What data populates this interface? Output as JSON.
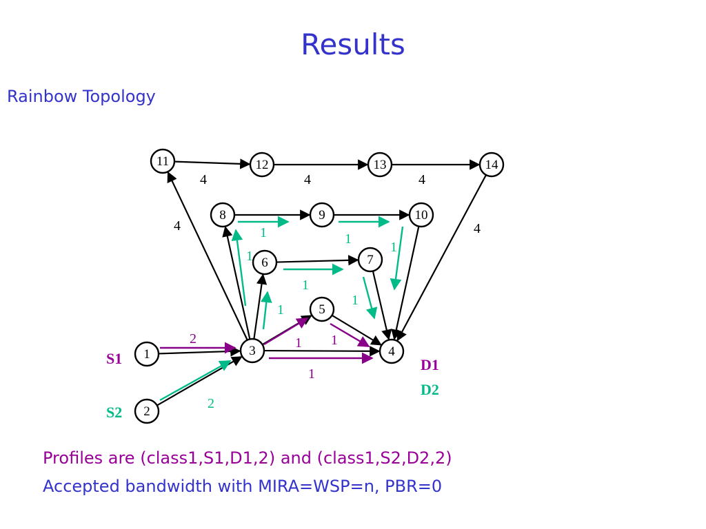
{
  "title": "Results",
  "subtitle": "Rainbow Topology",
  "colors": {
    "title": "#3333cc",
    "edge": "#000000",
    "path1": "#880088",
    "path2": "#00bb88",
    "captionPurple": "#990099",
    "captionBlue": "#3333cc"
  },
  "nodes": [
    {
      "id": "1",
      "label": "1"
    },
    {
      "id": "2",
      "label": "2"
    },
    {
      "id": "3",
      "label": "3"
    },
    {
      "id": "4",
      "label": "4"
    },
    {
      "id": "5",
      "label": "5"
    },
    {
      "id": "6",
      "label": "6"
    },
    {
      "id": "7",
      "label": "7"
    },
    {
      "id": "8",
      "label": "8"
    },
    {
      "id": "9",
      "label": "9"
    },
    {
      "id": "10",
      "label": "10"
    },
    {
      "id": "11",
      "label": "11"
    },
    {
      "id": "12",
      "label": "12"
    },
    {
      "id": "13",
      "label": "13"
    },
    {
      "id": "14",
      "label": "14"
    }
  ],
  "edges": [
    {
      "from": "1",
      "to": "3"
    },
    {
      "from": "2",
      "to": "3"
    },
    {
      "from": "3",
      "to": "4"
    },
    {
      "from": "3",
      "to": "5"
    },
    {
      "from": "5",
      "to": "4"
    },
    {
      "from": "3",
      "to": "6"
    },
    {
      "from": "6",
      "to": "7"
    },
    {
      "from": "7",
      "to": "4"
    },
    {
      "from": "3",
      "to": "8"
    },
    {
      "from": "8",
      "to": "9"
    },
    {
      "from": "9",
      "to": "10"
    },
    {
      "from": "10",
      "to": "4"
    },
    {
      "from": "3",
      "to": "11"
    },
    {
      "from": "11",
      "to": "12"
    },
    {
      "from": "12",
      "to": "13"
    },
    {
      "from": "13",
      "to": "14"
    },
    {
      "from": "14",
      "to": "4"
    }
  ],
  "capacity_labels": [
    "4",
    "4",
    "4",
    "4",
    "4"
  ],
  "flow_labels": {
    "s1_in": "2",
    "s2_in": "2",
    "p35": "1",
    "p54": "1",
    "p34": "1",
    "g36": "1",
    "g67": "1",
    "g74": "1",
    "g38": "1",
    "g89": "1",
    "g910": "1",
    "g104": "1"
  },
  "sources": {
    "s1": "S1",
    "s2": "S2"
  },
  "destinations": {
    "d1": "D1",
    "d2": "D2"
  },
  "captions": {
    "line1": "Profiles are (class1,S1,D1,2) and (class1,S2,D2,2)",
    "line2": "Accepted bandwidth  with MIRA=WSP=n, PBR=0"
  }
}
